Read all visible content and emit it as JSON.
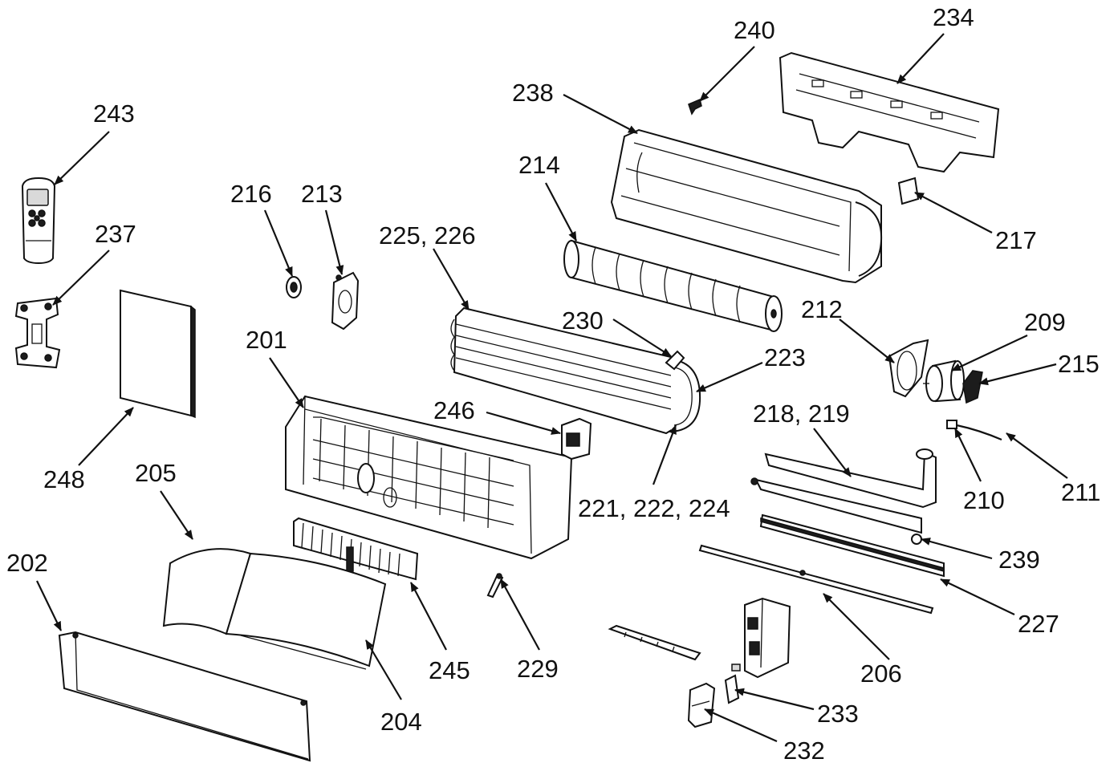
{
  "parts": [
    {
      "id": "p243",
      "text": "243"
    },
    {
      "id": "p237",
      "text": "237"
    },
    {
      "id": "p248",
      "text": "248"
    },
    {
      "id": "p216",
      "text": "216"
    },
    {
      "id": "p213",
      "text": "213"
    },
    {
      "id": "p201",
      "text": "201"
    },
    {
      "id": "p205",
      "text": "205"
    },
    {
      "id": "p202",
      "text": "202"
    },
    {
      "id": "p204",
      "text": "204"
    },
    {
      "id": "p245",
      "text": "245"
    },
    {
      "id": "p229",
      "text": "229"
    },
    {
      "id": "p225",
      "text": "225, 226"
    },
    {
      "id": "p246",
      "text": "246"
    },
    {
      "id": "p230",
      "text": "230"
    },
    {
      "id": "p223",
      "text": "223"
    },
    {
      "id": "p221",
      "text": "221, 222, 224"
    },
    {
      "id": "p214",
      "text": "214"
    },
    {
      "id": "p238",
      "text": "238"
    },
    {
      "id": "p240",
      "text": "240"
    },
    {
      "id": "p234",
      "text": "234"
    },
    {
      "id": "p217",
      "text": "217"
    },
    {
      "id": "p212",
      "text": "212"
    },
    {
      "id": "p209",
      "text": "209"
    },
    {
      "id": "p215",
      "text": "215"
    },
    {
      "id": "p218",
      "text": "218, 219"
    },
    {
      "id": "p210",
      "text": "210"
    },
    {
      "id": "p211",
      "text": "211"
    },
    {
      "id": "p239",
      "text": "239"
    },
    {
      "id": "p227",
      "text": "227"
    },
    {
      "id": "p206",
      "text": "206"
    },
    {
      "id": "p233",
      "text": "233"
    },
    {
      "id": "p232",
      "text": "232"
    }
  ]
}
